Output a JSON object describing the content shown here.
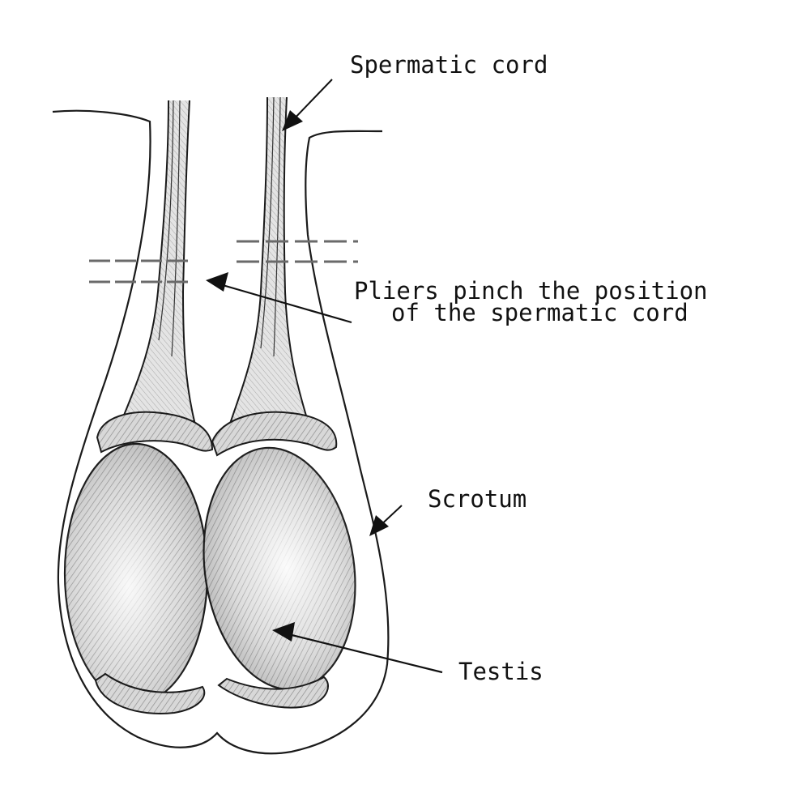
{
  "labels": {
    "spermatic_cord": "Spermatic cord",
    "pliers_line1": "Pliers pinch the position",
    "pliers_line2": "of the spermatic cord",
    "scrotum": "Scrotum",
    "testis": "Testis"
  },
  "colors": {
    "line": "#1a1a1a",
    "testis_fill": "#cfcfcf",
    "shade": "#9a9a9a",
    "dash": "#6a6a6a"
  }
}
